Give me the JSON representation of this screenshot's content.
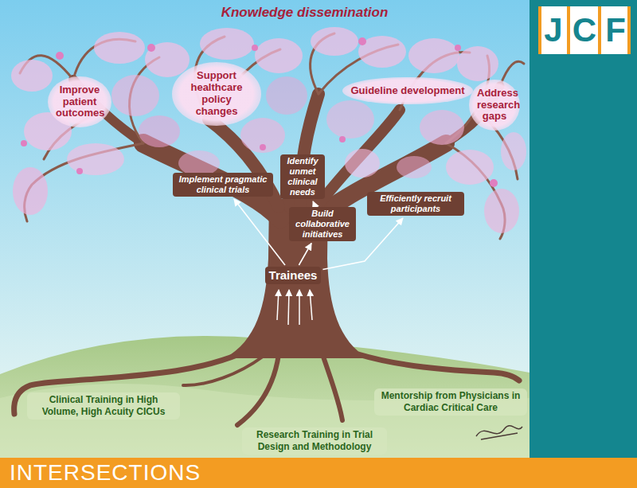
{
  "diagram": {
    "title": "Knowledge dissemination",
    "nodes": [
      {
        "text": [
          "Improve patient outcomes"
        ]
      },
      {
        "text": [
          "Support healthcare policy changes"
        ]
      },
      {
        "text": [
          "Guideline development"
        ]
      },
      {
        "text": [
          "Address research gaps"
        ]
      },
      {
        "text": [
          "Identify unmet clinical needs"
        ]
      },
      {
        "text": [
          "Implement pragmatic clinical trials"
        ]
      },
      {
        "text": [
          "Efficiently recruit participants"
        ]
      },
      {
        "text": [
          "Build collaborative initiatives"
        ]
      },
      {
        "text": [
          "Trainees"
        ]
      },
      {
        "text": [
          "Clinical Training in High Volume, High Acuity CICUs"
        ]
      },
      {
        "text": [
          "Research Training in Trial Design and Methodology"
        ]
      },
      {
        "text": [
          "Mentorship from Physicians in Cardiac Critical Care"
        ]
      },
      {
        "text": [
          "INTERSECTIONS"
        ]
      }
    ],
    "edges": [
      {
        "from": 8,
        "to": 5,
        "arrow": "to"
      },
      {
        "from": 8,
        "to": 7,
        "arrow": "to"
      },
      {
        "from": 7,
        "to": 4,
        "arrow": "to"
      },
      {
        "from": 8,
        "to": 6,
        "arrow": "to"
      }
    ],
    "labels": [
      "J",
      "C",
      "F"
    ]
  }
}
